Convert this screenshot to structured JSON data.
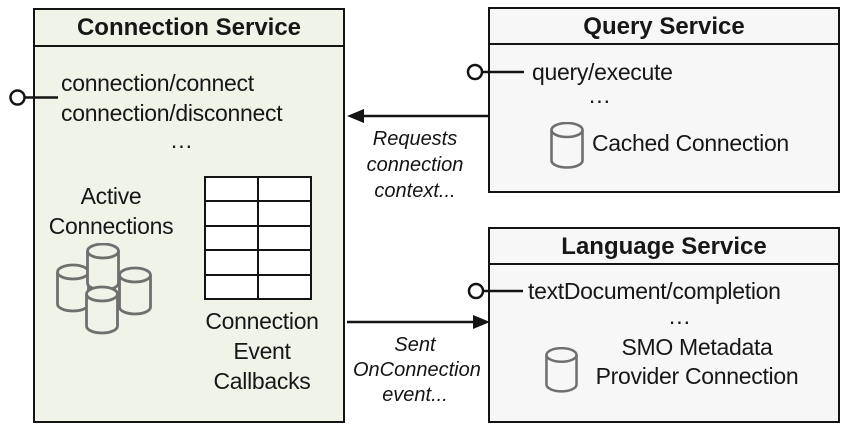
{
  "connection_service": {
    "title": "Connection Service",
    "method_connect": "connection/connect",
    "method_disconnect": "connection/disconnect",
    "ellipsis": "...",
    "active_connections": {
      "line1": "Active",
      "line2": "Connections"
    },
    "event_callbacks": {
      "line1": "Connection",
      "line2": "Event",
      "line3": "Callbacks"
    }
  },
  "query_service": {
    "title": "Query Service",
    "method_execute": "query/execute",
    "ellipsis": "...",
    "cached_connection": "Cached Connection"
  },
  "language_service": {
    "title": "Language Service",
    "method_completion": "textDocument/completion",
    "ellipsis": "...",
    "smo_metadata": {
      "line1": "SMO Metadata",
      "line2": "Provider Connection"
    }
  },
  "arrows": {
    "requests_context": {
      "line1": "Requests",
      "line2": "connection",
      "line3": "context..."
    },
    "sent_event": {
      "line1": "Sent",
      "line2": "OnConnection",
      "line3": "event..."
    }
  },
  "icons": {
    "database_cluster": "database-cluster-icon",
    "database": "database-cylinder-icon",
    "event_table": "connection-event-table-icon",
    "interface_connector": "lollipop-interface-icon"
  },
  "colors": {
    "connection_box_fill": "#f0f3e8",
    "service_box_fill": "#f7f7f7",
    "border": "#141414",
    "cylinder_stroke": "#6f6f6f",
    "text": "#171717"
  }
}
